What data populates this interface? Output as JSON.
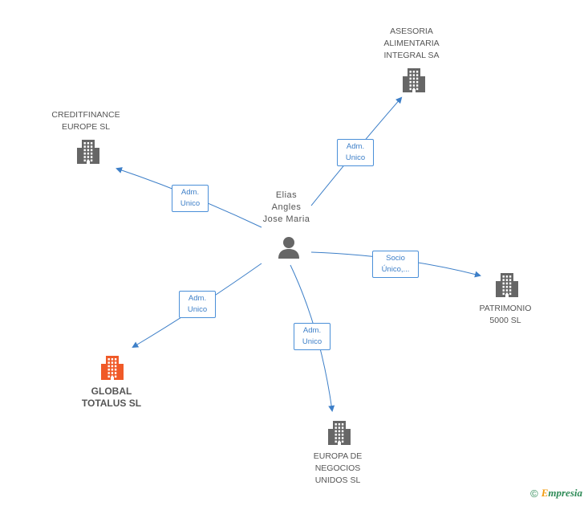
{
  "colors": {
    "edge": "#3d7fc8",
    "building": "#666666",
    "building_highlight": "#f05a28",
    "person": "#666666",
    "label": "#555555"
  },
  "person": {
    "name_lines": [
      "Elias",
      "Angles",
      "Jose Maria"
    ],
    "icon": "person-icon"
  },
  "companies": [
    {
      "id": "asesoria",
      "lines": [
        "ASESORIA",
        "ALIMENTARIA",
        "INTEGRAL SA"
      ],
      "icon": "building-icon",
      "highlight": false
    },
    {
      "id": "creditfinance",
      "lines": [
        "CREDITFINANCE",
        "EUROPE SL"
      ],
      "icon": "building-icon",
      "highlight": false
    },
    {
      "id": "patrimonio",
      "lines": [
        "PATRIMONIO",
        "5000 SL"
      ],
      "icon": "building-icon",
      "highlight": false
    },
    {
      "id": "global",
      "lines": [
        "GLOBAL",
        "TOTALUS SL"
      ],
      "icon": "building-icon",
      "highlight": true
    },
    {
      "id": "europa",
      "lines": [
        "EUROPA DE",
        "NEGOCIOS",
        "UNIDOS SL"
      ],
      "icon": "building-icon",
      "highlight": false
    }
  ],
  "edges": [
    {
      "to": "asesoria",
      "lines": [
        "Adm.",
        "Unico"
      ]
    },
    {
      "to": "creditfinance",
      "lines": [
        "Adm.",
        "Unico"
      ]
    },
    {
      "to": "patrimonio",
      "lines": [
        "Socio",
        "Único,..."
      ]
    },
    {
      "to": "global",
      "lines": [
        "Adm.",
        "Unico"
      ]
    },
    {
      "to": "europa",
      "lines": [
        "Adm.",
        "Unico"
      ]
    }
  ],
  "footer": {
    "copyright_symbol": "©",
    "brand_first": "E",
    "brand_rest": "mpresia"
  }
}
